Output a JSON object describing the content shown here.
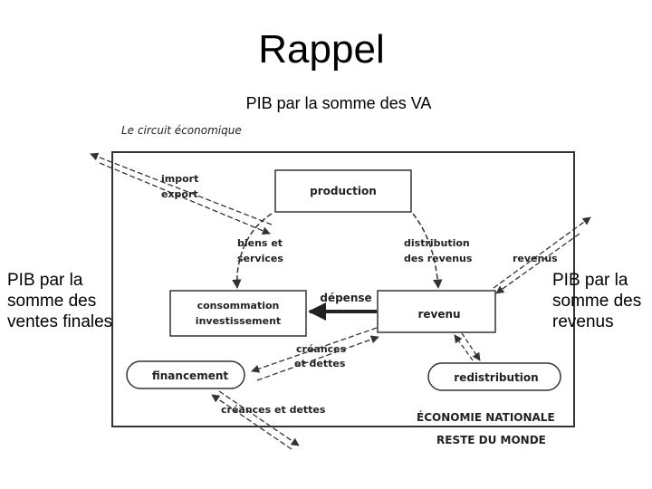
{
  "title": "Rappel",
  "subtitle": "PIB par la somme des VA",
  "left_label": "PIB par la\nsomme des\nventes finales",
  "right_label": "PIB par la\nsomme des\nrevenus",
  "diagram": {
    "caption": "Le circuit économique",
    "import_export": [
      "import",
      "export"
    ],
    "production": "production",
    "biens_services": [
      "biens et",
      "services"
    ],
    "distribution": [
      "distribution",
      "des revenus"
    ],
    "revenus": "revenus",
    "consommation": [
      "consommation",
      "investissement"
    ],
    "depense": "dépense",
    "revenu": "revenu",
    "creances_dettes_top": [
      "créances",
      "et  dettes"
    ],
    "financement": "financement",
    "redistribution": "redistribution",
    "creances_dettes_bottom": "créances et dettes",
    "economie_nationale": "ÉCONOMIE NATIONALE",
    "reste_du_monde": "RESTE DU MONDE"
  }
}
